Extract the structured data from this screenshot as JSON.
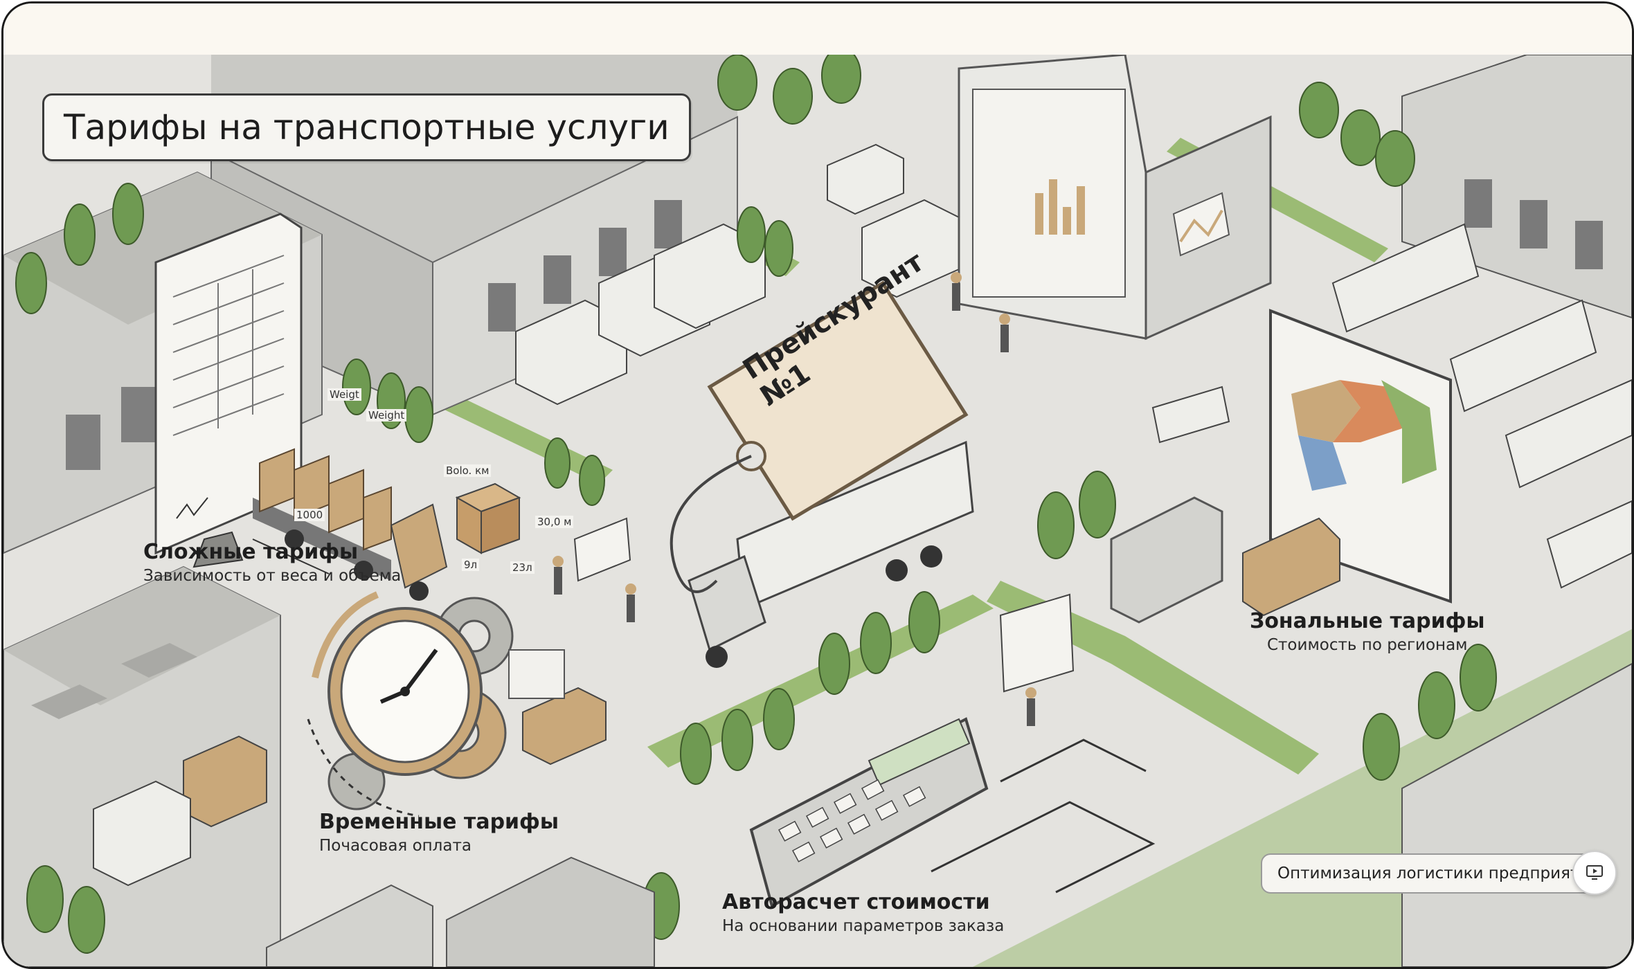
{
  "title": "Тарифы на транспортные услуги",
  "price_tag": {
    "line1": "Прейскурант",
    "line2": "№1"
  },
  "sections": {
    "complex": {
      "heading": "Сложные тарифы",
      "sub": "Зависимость от веса и объема"
    },
    "time": {
      "heading": "Временные тарифы",
      "sub": "Почасовая оплата"
    },
    "zonal": {
      "heading": "Зональные тарифы",
      "sub": "Стоимость по регионам"
    },
    "auto": {
      "heading": "Авторасчет стоимости",
      "sub": "На основании параметров заказа"
    }
  },
  "annotations": {
    "weight_1": "Weigt",
    "weight_2": "Weight",
    "distance": "Bolo. км",
    "length": "1000",
    "height": "30,0 м",
    "dim_a": "9л",
    "dim_b": "23л"
  },
  "bottom_link": "Оптимизация логистики предприятия",
  "icons": {
    "play": "slideshow-icon"
  },
  "colors": {
    "ground": "#e4e3df",
    "grass": "#8fb26a",
    "tree": "#6f9a52",
    "building": "#d7d7d3",
    "roof": "#bdbdb8",
    "tag": "#efe3cf",
    "cargo": "#c9a87a"
  }
}
